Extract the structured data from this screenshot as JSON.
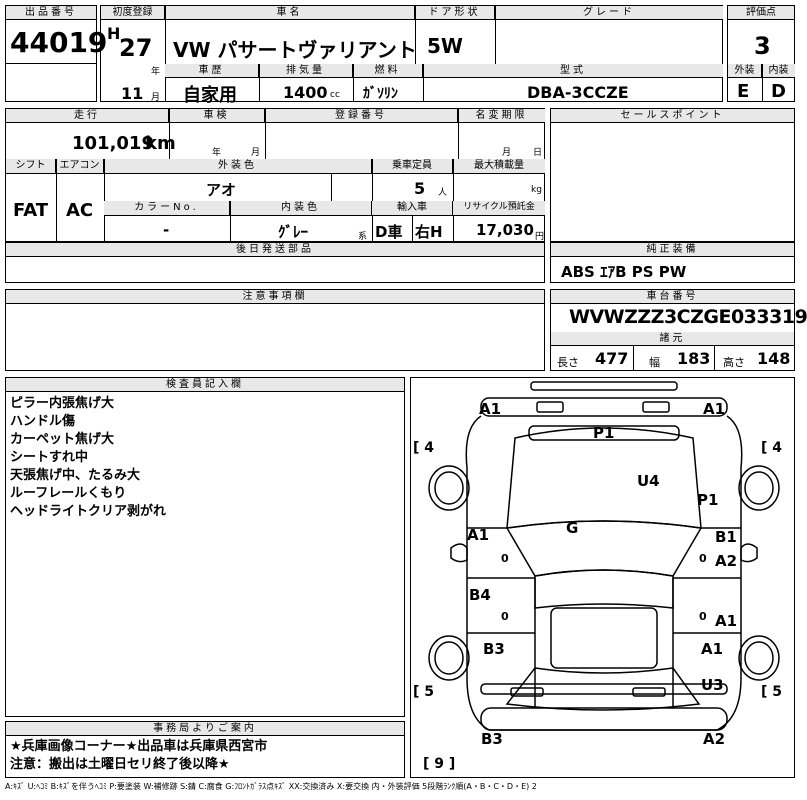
{
  "top": {
    "lot_label": "出品番号",
    "lot_value": "44019",
    "first_reg_label": "初度登録",
    "era": "H",
    "year": "27",
    "year_unit": "年",
    "month": "11",
    "month_unit": "月",
    "car_name_label": "車名",
    "car_name": "VW パサートヴァリアント",
    "door_label": "ドア形状",
    "door_value": "5W",
    "grade_label": "グレード",
    "grade_value": "",
    "score_label": "評価点",
    "score_value": "3",
    "history_label": "車歴",
    "history_value": "自家用",
    "disp_label": "排気量",
    "disp_value": "1400",
    "disp_unit": "cc",
    "fuel_label": "燃料",
    "fuel_value": "ｶﾞｿﾘﾝ",
    "model_label": "型式",
    "model_value": "DBA-3CCZE",
    "ext_label": "外装",
    "int_label": "内装",
    "ext_value": "E",
    "int_value": "D"
  },
  "row2": {
    "mileage_label": "走行",
    "mileage_value": "101,019",
    "mileage_unit": "km",
    "inspection_label": "車検",
    "inspection_year_unit": "年",
    "inspection_month_unit": "月",
    "reg_no_label": "登録番号",
    "name_change_label": "名変期限",
    "nc_day_unit": "日",
    "nc_month_unit": "月",
    "sales_point_label": "セールスポイント"
  },
  "row3": {
    "shift_label": "シフト",
    "shift_value": "FAT",
    "ac_label": "エアコン",
    "ac_value": "AC",
    "ext_color_label": "外装色",
    "ext_color_value": "アオ",
    "capacity_label": "乗車定員",
    "capacity_value": "5",
    "capacity_unit": "人",
    "max_load_label": "最大積載量",
    "max_load_unit": "kg",
    "color_no_label": "カラーNo.",
    "color_no_value": "-",
    "int_color_label": "内装色",
    "int_color_value": "ｸﾞﾚｰ",
    "int_color_unit": "系",
    "import_label": "輸入車",
    "import_value1": "D車",
    "import_value2": "右H",
    "recycle_label": "リサイクル預託金",
    "recycle_value": "17,030",
    "recycle_unit": "円"
  },
  "later_parts_label": "後日発送部品",
  "genuine_label": "純正装備",
  "genuine_value": "ABS ｴｱB PS PW",
  "notes_label": "注意事項欄",
  "chassis_label": "車台番号",
  "chassis_value": "WVWZZZ3CZGE033319",
  "specs_label": "諸元",
  "length_label": "長さ",
  "length_value": "477",
  "width_label": "幅",
  "width_value": "183",
  "height_label": "高さ",
  "height_value": "148",
  "inspector_label": "検査員記入欄",
  "inspector_notes": [
    "ピラー内張焦げ大",
    "ハンドル傷",
    "カーペット焦げ大",
    "シートすれ中",
    "天張焦げ中、たるみ大",
    "ルーフレールくもり",
    "ヘッドライトクリア剥がれ"
  ],
  "office_label": "事務局よりご案内",
  "office_lines": [
    "★兵庫画像コーナー★出品車は兵庫県西宮市",
    "注意：搬出は土曜日セリ終了後以降★"
  ],
  "legend": "A:ｷｽﾞ U:ﾍｺﾐ B:ｷｽﾞを伴うﾍｺﾐ P:要塗装 W:補修跡 S:錆 C:腐食 G:ﾌﾛﾝﾄｶﾞﾗｽ点ｷｽﾞ XX:交換済み X:要交換  内・外装評価 5段階ﾗﾝｸ順(A・B・C・D・E) 2",
  "diagram": {
    "marks": [
      {
        "id": "front-left",
        "text": "A1"
      },
      {
        "id": "front-right",
        "text": "A1"
      },
      {
        "id": "windshield",
        "text": "P1"
      },
      {
        "id": "roof",
        "text": "U4"
      },
      {
        "id": "right-fender",
        "text": "P1"
      },
      {
        "id": "hood-glass",
        "text": "G"
      },
      {
        "id": "left-front-door",
        "text": "A1"
      },
      {
        "id": "right-front-door-1",
        "text": "B1"
      },
      {
        "id": "right-front-door-2",
        "text": "A2"
      },
      {
        "id": "left-rear-door",
        "text": "B4"
      },
      {
        "id": "right-rear-door",
        "text": "A1"
      },
      {
        "id": "left-quarter",
        "text": "B3"
      },
      {
        "id": "right-quarter-1",
        "text": "A1"
      },
      {
        "id": "right-quarter-2",
        "text": "U3"
      },
      {
        "id": "rear-left",
        "text": "B3"
      },
      {
        "id": "rear-right",
        "text": "A2"
      }
    ],
    "tire_marks": [
      "4",
      "4",
      "5",
      "5"
    ],
    "spare_mark": "9",
    "door_zero_marks": [
      "0",
      "0",
      "0",
      "0"
    ]
  }
}
